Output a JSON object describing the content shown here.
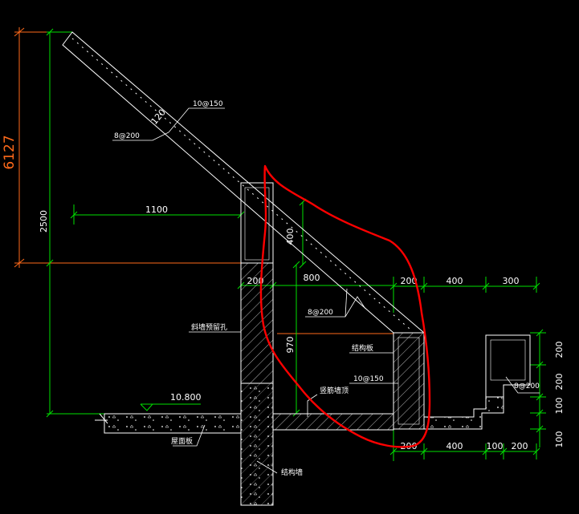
{
  "dimensions": {
    "total_height": "6127",
    "left_height": "2500",
    "span_1100": "1100",
    "wall_200_top": "200",
    "span_800": "800",
    "height_400": "400",
    "height_970": "970",
    "thickness_120": "120",
    "top_right": [
      "200",
      "400",
      "300"
    ],
    "bottom_right": [
      "200",
      "400",
      "100",
      "200"
    ],
    "right_vertical": [
      "200",
      "200",
      "100",
      "100"
    ]
  },
  "annotations": {
    "rebar_10_150_top": "10@150",
    "rebar_8_200_left": "8@200",
    "rebar_8_200_mid": "8@200",
    "rebar_8_200_right": "8@200",
    "rebar_10_150_mid": "10@150",
    "label_cross": "斜墙预留孔",
    "label_mid_right": "结构板",
    "label_wall": "竖筋墙顶",
    "label_slab": "屋面板",
    "label_column": "结构墙",
    "elevation": "10.800"
  },
  "colors": {
    "background": "#000000",
    "dimension_line": "#00e000",
    "structure": "#ffffff",
    "highlight_outline": "#ff0000",
    "reference_line": "#ff6a1a"
  }
}
